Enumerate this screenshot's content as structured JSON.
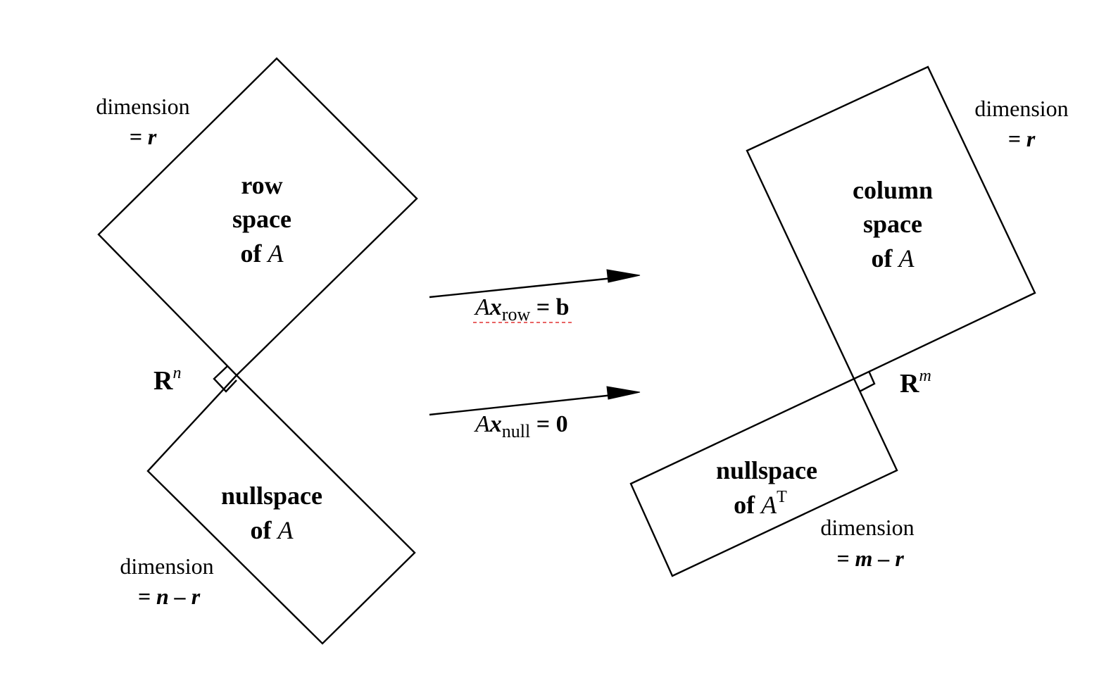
{
  "row_space": {
    "line1": "row",
    "line2": "space",
    "line3_prefix": "of",
    "line3_var": "A",
    "dimension_label": "dimension",
    "dimension_value": "= r"
  },
  "nullspace_a": {
    "line1": "nullspace",
    "line2_prefix": "of",
    "line2_var": "A",
    "dimension_label": "dimension",
    "dimension_value": "= n – r"
  },
  "column_space": {
    "line1": "column",
    "line2": "space",
    "line3_prefix": "of",
    "line3_var": "A",
    "dimension_label": "dimension",
    "dimension_value": "=  r"
  },
  "nullspace_at": {
    "line1": "nullspace",
    "line2_prefix": "of",
    "line2_var": "A",
    "line2_sup": "T",
    "dimension_label": "dimension",
    "dimension_value": "= m – r"
  },
  "domain_space": {
    "symbol": "R",
    "exponent": "n"
  },
  "codomain_space": {
    "symbol": "R",
    "exponent": "m"
  },
  "map_row": {
    "A": "A",
    "x": "x",
    "subscript": "row",
    "rhs": "= b"
  },
  "map_null": {
    "A": "A",
    "x": "x",
    "subscript": "null",
    "rhs": "= 0"
  }
}
